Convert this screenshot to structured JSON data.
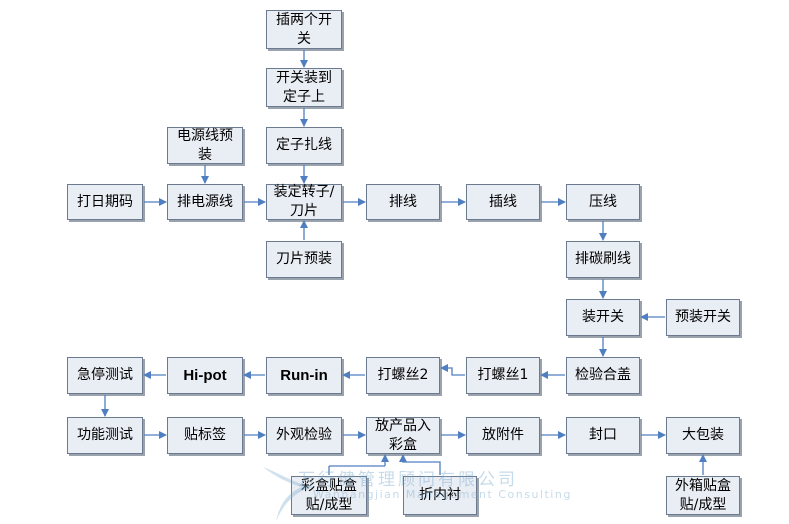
{
  "steps": {
    "insert_two_switches": "插两个开\n关",
    "mount_switch_on_stator": "开关装到\n定子上",
    "stator_tie_wires": "定子扎线",
    "power_cord_prep": "电源线预\n装",
    "print_date_code": "打日期码",
    "route_power_cord": "排电源线",
    "assemble_stator_rotor_blade": "装定转子/\n刀片",
    "blade_prep": "刀片预装",
    "arrange_wires": "排线",
    "insert_wires": "插线",
    "press_wires": "压线",
    "arrange_carbon_brush_wires": "排碳刷线",
    "install_switch": "装开关",
    "switch_prep": "预装开关",
    "inspect_close_cover": "检验合盖",
    "screw_1": "打螺丝1",
    "screw_2": "打螺丝2",
    "run_in": "Run-in",
    "hi_pot": "Hi-pot",
    "emergency_stop_test": "急停测试",
    "function_test": "功能测试",
    "apply_label": "贴标签",
    "visual_inspection": "外观检验",
    "put_product_in_color_box": "放产品入\n彩盒",
    "put_accessories": "放附件",
    "seal": "封口",
    "master_carton_pack": "大包装",
    "color_box_label_forming": "彩盒贴盒\n贴/成型",
    "fold_inner_liner": "折内衬",
    "carton_label_forming": "外箱贴盒\n贴/成型"
  },
  "watermark": {
    "cn": "万行健管理顾问有限公司",
    "en": "Wanhangjian Management Consulting"
  },
  "colors": {
    "box_fill": "#e9edf4",
    "box_border": "#6b7a8f",
    "arrow": "#4f7fc0"
  }
}
